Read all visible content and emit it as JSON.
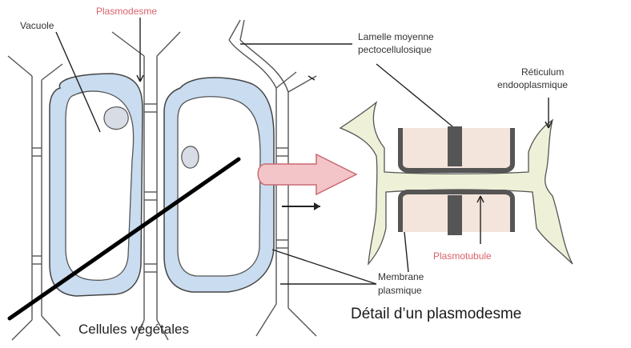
{
  "labels": {
    "plasmodesme": "Plasmodesme",
    "vacuole": "Vacuole",
    "lamelle_line1": "Lamelle moyenne",
    "lamelle_line2": "pectocellulosique",
    "reticulum_line1": "Réticulum",
    "reticulum_line2": "endooplasmique",
    "plasmotubule": "Plasmotubule",
    "membrane_line1": "Membrane",
    "membrane_line2": "plasmique"
  },
  "captions": {
    "left": "Cellules végétales",
    "right": "Détail d’un plasmodesme"
  },
  "colors": {
    "cytoplasm": "#c9dcf0",
    "wall": "#eef0d8",
    "outline": "#444444",
    "accent_red": "#d9626a",
    "arrow_fill": "#f4c5c8",
    "membrane_dark": "#555555",
    "pore_fill": "#f3e4dc"
  }
}
